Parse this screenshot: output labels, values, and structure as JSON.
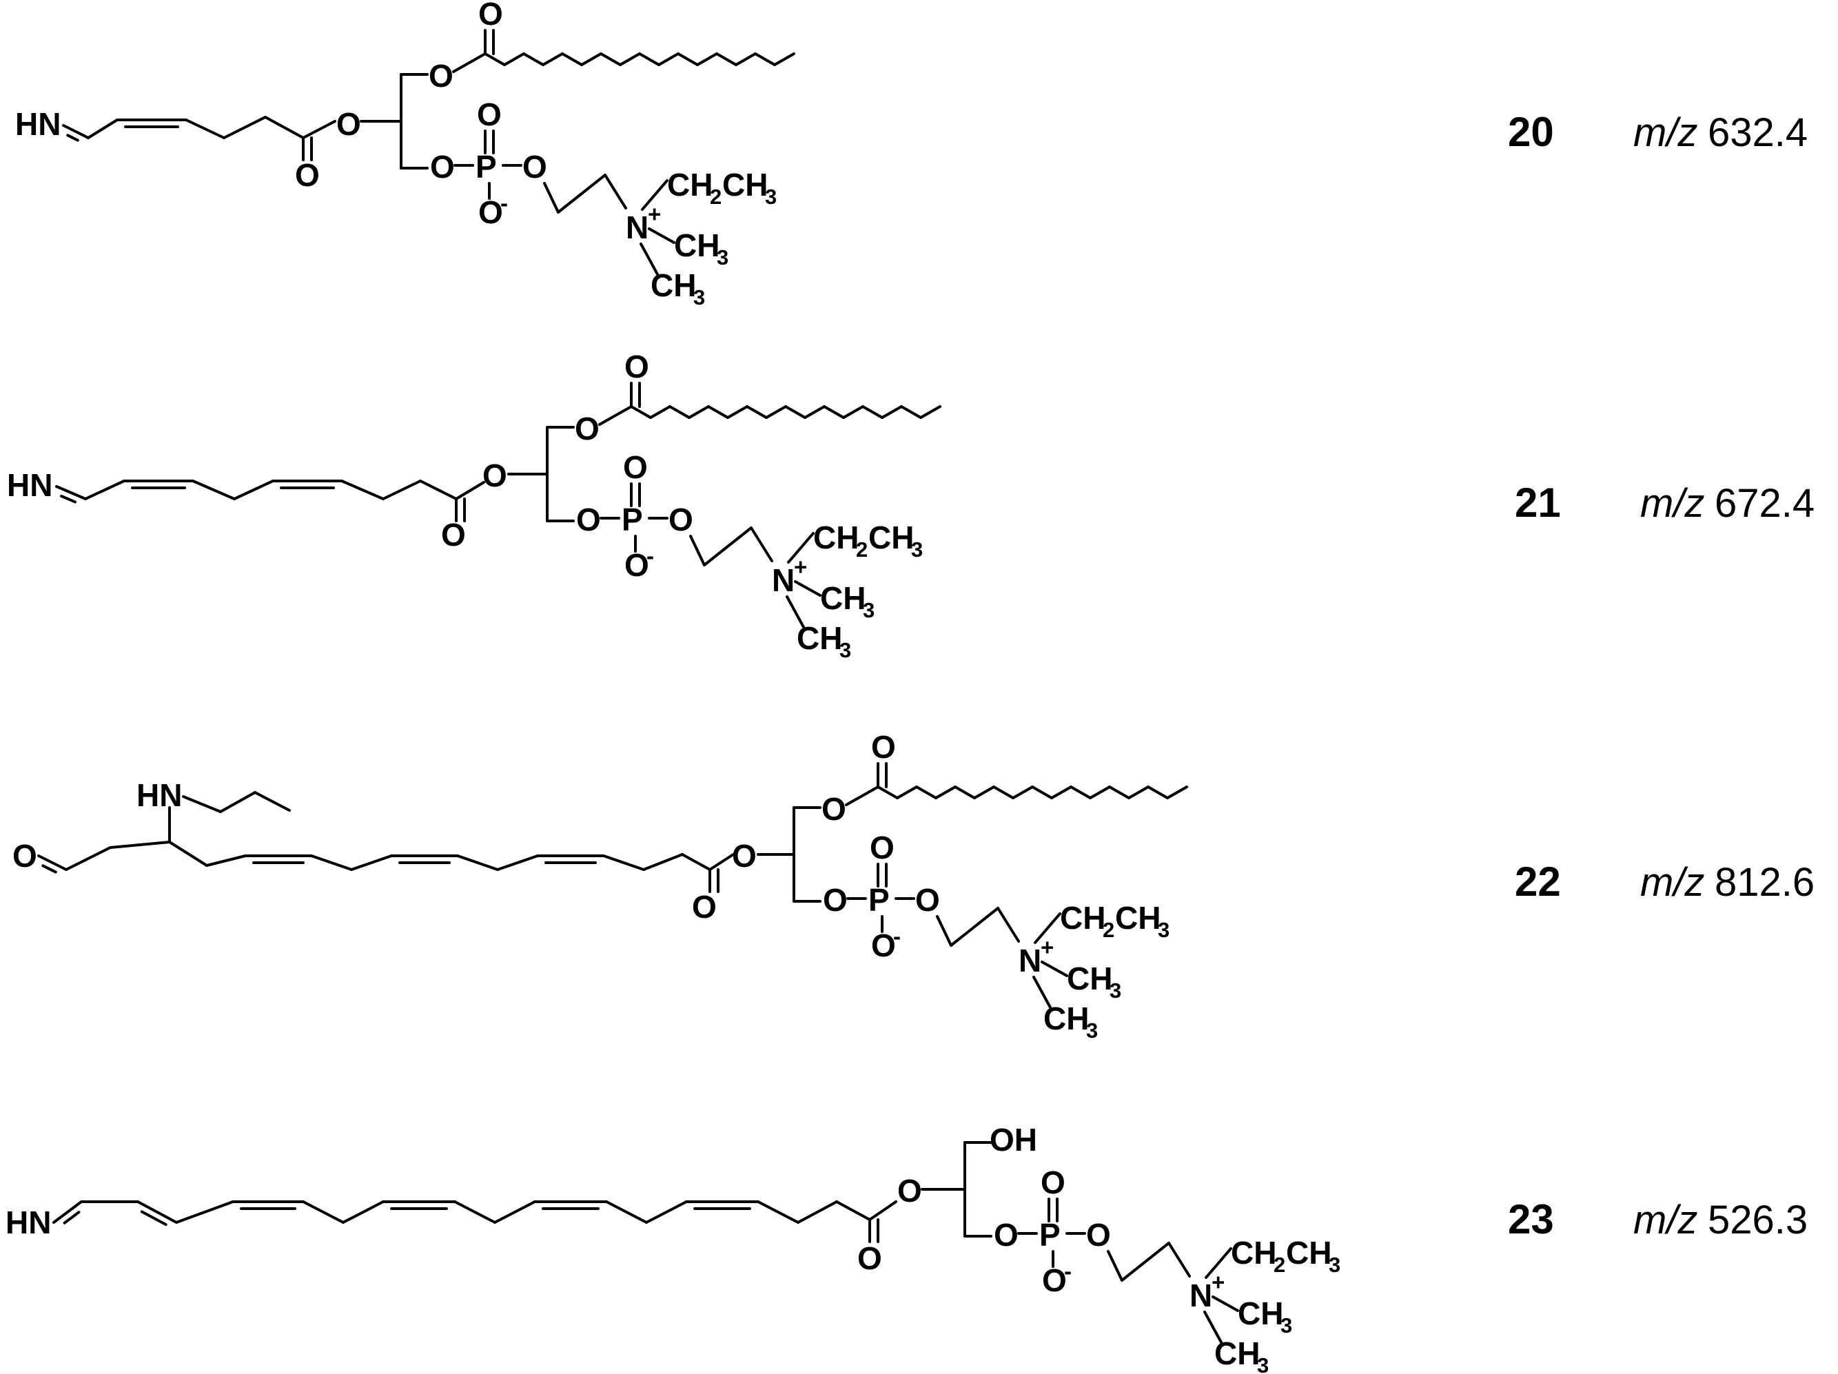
{
  "compounds": [
    {
      "number": "20",
      "mz_label": "m/z",
      "mz_value": "632.4"
    },
    {
      "number": "21",
      "mz_label": "m/z",
      "mz_value": "672.4"
    },
    {
      "number": "22",
      "mz_label": "m/z",
      "mz_value": "812.6"
    },
    {
      "number": "23",
      "mz_label": "m/z",
      "mz_value": "526.3"
    }
  ],
  "atoms": {
    "imine": "HN",
    "amine": "HN",
    "oxygen": "O",
    "phosphorus": "P",
    "hydroxyl": "OH",
    "nitrogen": "N",
    "plus": "+",
    "minus": "-",
    "carbon_h": "CH",
    "subscript_2": "2",
    "subscript_3": "3"
  }
}
